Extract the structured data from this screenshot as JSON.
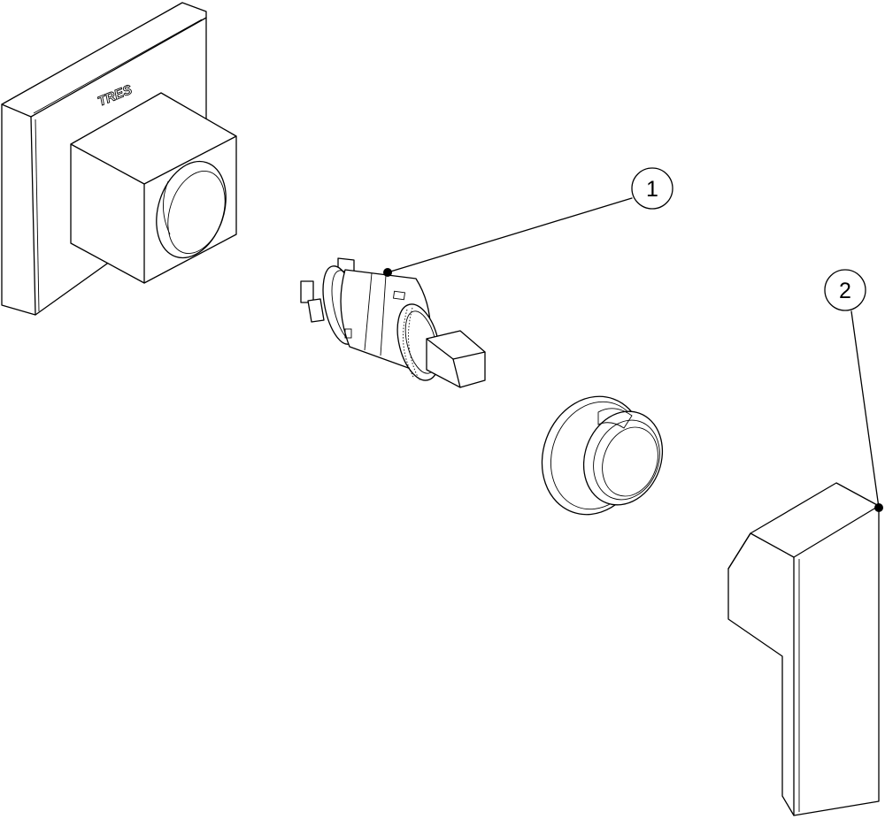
{
  "brand_label": "TRES",
  "callouts": [
    {
      "number": "1",
      "target": "cartridge"
    },
    {
      "number": "2",
      "target": "lever-handle"
    }
  ]
}
